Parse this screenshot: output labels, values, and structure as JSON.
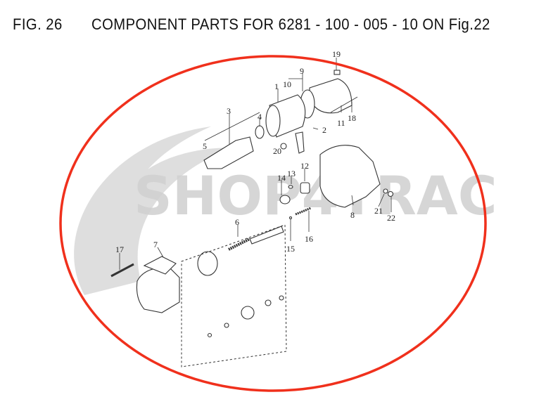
{
  "header": {
    "figure": "FIG. 26",
    "title": "COMPONENT PARTS FOR 6281 - 100 - 005 - 10 ON Fig.22"
  },
  "watermark": {
    "text": "SHOP4TRAC",
    "color": "#d4d4d4"
  },
  "highlight": {
    "shape": "ellipse",
    "color": "#f0301c"
  },
  "callouts": [
    "1",
    "2",
    "3",
    "4",
    "5",
    "6",
    "7",
    "8",
    "9",
    "10",
    "11",
    "12",
    "13",
    "14",
    "15",
    "16",
    "17",
    "18",
    "19",
    "20",
    "21",
    "22"
  ]
}
